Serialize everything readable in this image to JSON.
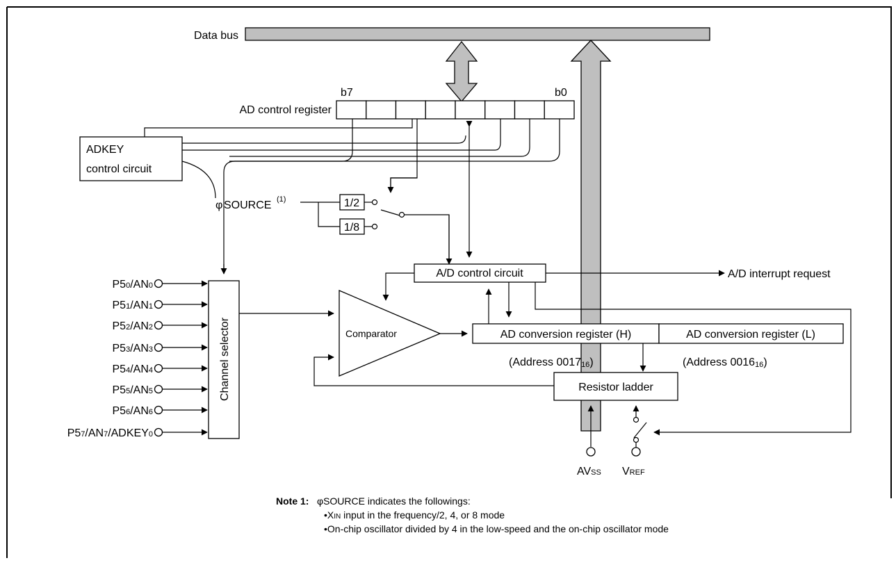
{
  "labels": {
    "data_bus": "Data bus",
    "ad_control_register": "AD control register",
    "bit_high": "b7",
    "bit_low": "b0",
    "adkey_line1": "ADKEY",
    "adkey_line2": "control circuit",
    "source_phi": "φ",
    "source_name": "SOURCE",
    "source_note_ref": "(1)",
    "div2": "1/2",
    "div8": "1/8",
    "ad_control_circuit": "A/D control circuit",
    "ad_interrupt_request": "A/D interrupt request",
    "channel_selector": "Channel selector",
    "comparator": "Comparator",
    "conv_reg_h": "AD conversion register (H)",
    "conv_reg_l": "AD conversion register (L)",
    "addr_h_pre": "(Address 0017",
    "addr_h_sub": "16",
    "addr_h_post": ")",
    "addr_l_pre": "(Address 0016",
    "addr_l_sub": "16",
    "addr_l_post": ")",
    "resistor_ladder": "Resistor ladder",
    "avss_main": "AV",
    "avss_sub": "SS",
    "vref_main": "V",
    "vref_sub": "REF"
  },
  "pins": [
    {
      "p": "P5",
      "n": "0",
      "an": "/AN",
      "an_n": "0",
      "extra": ""
    },
    {
      "p": "P5",
      "n": "1",
      "an": "/AN",
      "an_n": "1",
      "extra": ""
    },
    {
      "p": "P5",
      "n": "2",
      "an": "/AN",
      "an_n": "2",
      "extra": ""
    },
    {
      "p": "P5",
      "n": "3",
      "an": "/AN",
      "an_n": "3",
      "extra": ""
    },
    {
      "p": "P5",
      "n": "4",
      "an": "/AN",
      "an_n": "4",
      "extra": ""
    },
    {
      "p": "P5",
      "n": "5",
      "an": "/AN",
      "an_n": "5",
      "extra": ""
    },
    {
      "p": "P5",
      "n": "6",
      "an": "/AN",
      "an_n": "6",
      "extra": ""
    },
    {
      "p": "P5",
      "n": "7",
      "an": "/AN",
      "an_n": "7",
      "extra": "/ADKEY",
      "extra_n": "0"
    }
  ],
  "note": {
    "title": "Note 1:",
    "phi": "φ",
    "line1": "SOURCE indicates the followings:",
    "line2_bullet": "•",
    "line2_a": "X",
    "line2_sub": "IN",
    "line2_b": " input in the frequency/2, 4, or 8 mode",
    "line3": "•On-chip oscillator divided by 4 in the low-speed and the on-chip oscillator mode"
  }
}
